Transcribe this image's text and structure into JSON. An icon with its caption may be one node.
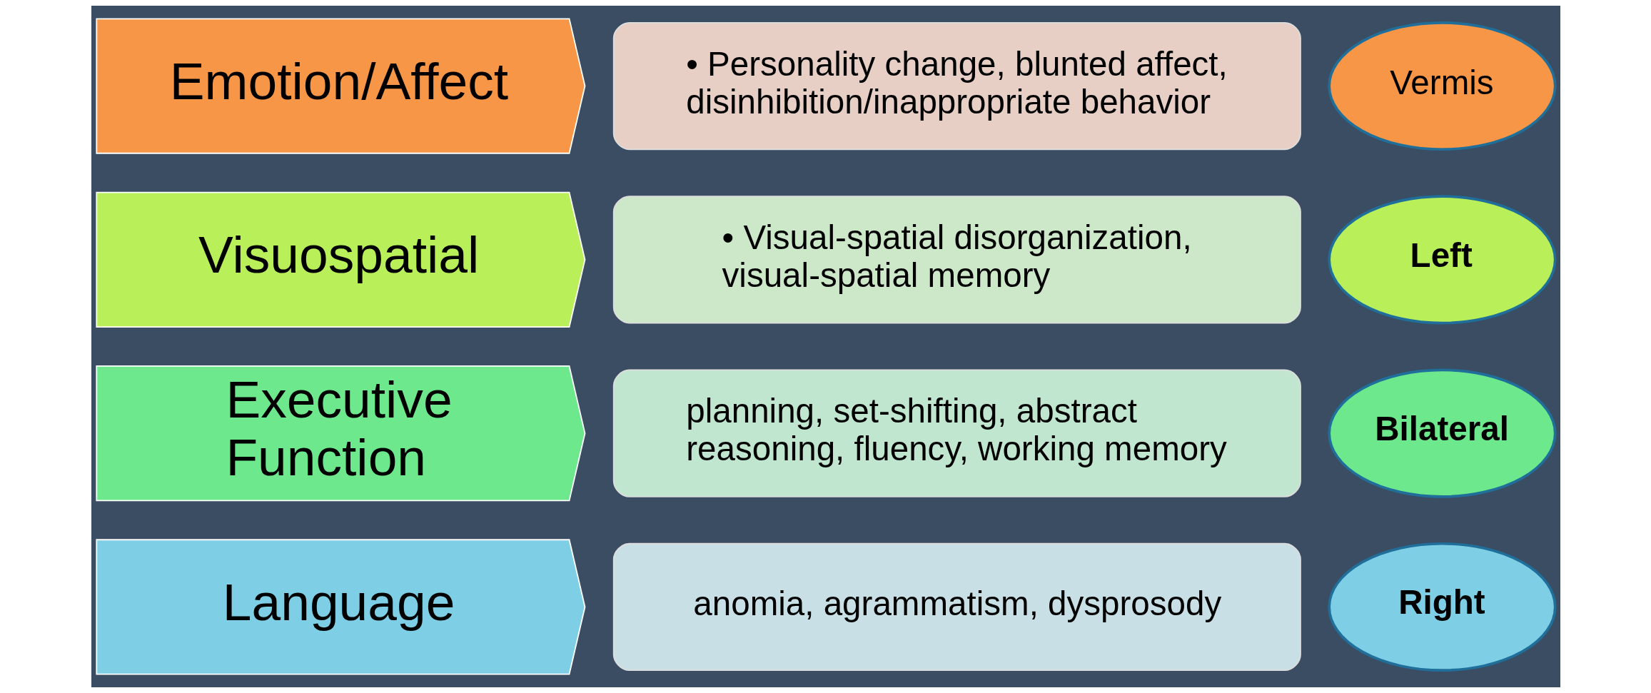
{
  "diagram": {
    "nodes": [
      {
        "text": [
          "Language"
        ]
      },
      {
        "text": [
          "anomia, agrammatism, dysprosody"
        ]
      },
      {
        "text": [
          "Right"
        ]
      },
      {
        "text": [
          "Executive Function"
        ]
      },
      {
        "text": [
          "planning, set-shifting, abstract reasoning, fluency, working memory"
        ]
      },
      {
        "text": [
          "Bilateral"
        ]
      },
      {
        "text": [
          "Visuospatial"
        ]
      },
      {
        "text": [
          "• Visual-spatial disorganization, visual-spatial memory"
        ]
      },
      {
        "text": [
          "Left"
        ]
      },
      {
        "text": [
          "Emotion/Affect"
        ]
      },
      {
        "text": [
          "• Personality change, blunted affect, disinhibition/inappropriate behavior"
        ]
      },
      {
        "text": [
          "Vermis"
        ]
      }
    ],
    "edges": []
  }
}
